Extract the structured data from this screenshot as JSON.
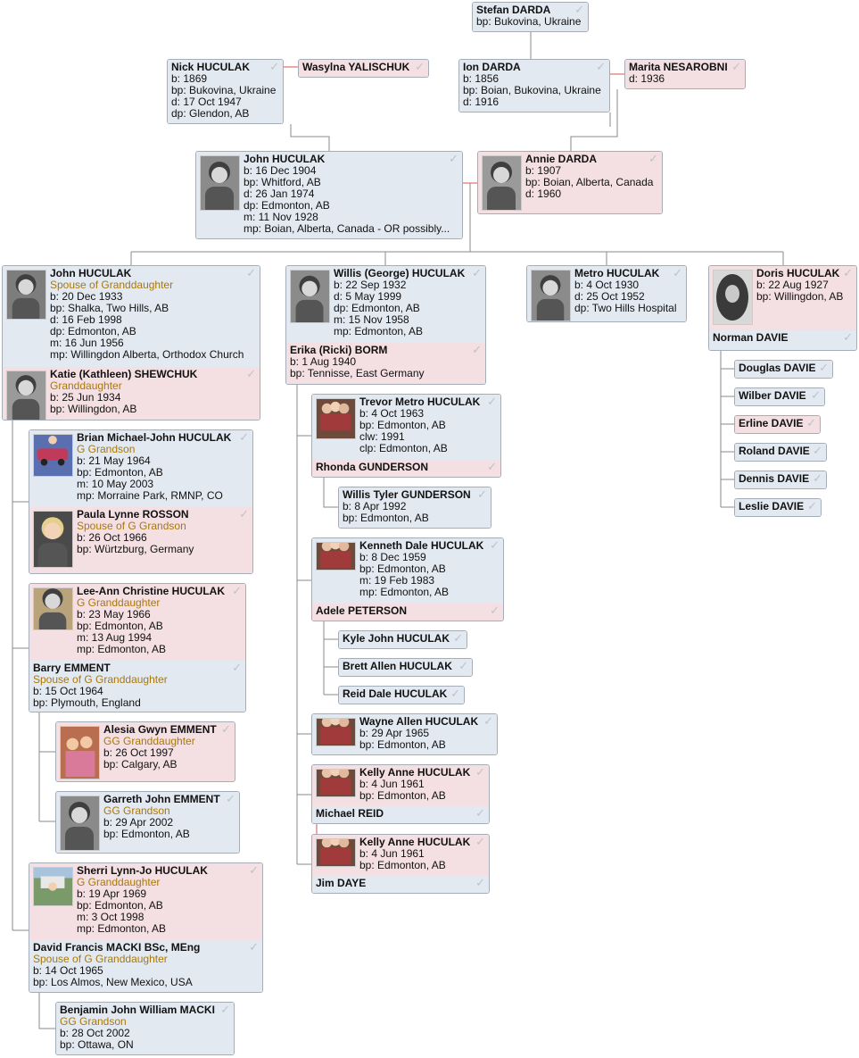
{
  "colors": {
    "male": "#e3e9f1",
    "female": "#f4dfe3",
    "line": "#8a8a8a",
    "spouse_line": "#d9534f",
    "relationship_text": "#a9780c"
  },
  "people": {
    "stefan": {
      "name": "Stefan DARDA",
      "lines": [
        "bp: Bukovina, Ukraine"
      ]
    },
    "nick": {
      "name": "Nick HUCULAK",
      "lines": [
        "b: 1869",
        "bp: Bukovina, Ukraine",
        "d: 17 Oct 1947",
        "dp: Glendon, AB"
      ]
    },
    "wasylna": {
      "name": "Wasylna YALISCHUK",
      "lines": []
    },
    "ion": {
      "name": "Ion DARDA",
      "lines": [
        "b: 1856",
        "bp: Boian, Bukovina, Ukraine",
        "d: 1916"
      ]
    },
    "marita": {
      "name": "Marita NESAROBNI",
      "lines": [
        "d: 1936"
      ]
    },
    "johnsr": {
      "name": "John HUCULAK",
      "lines": [
        "b: 16 Dec 1904",
        "bp: Whitford, AB",
        "d: 26 Jan 1974",
        "dp: Edmonton, AB",
        "m: 11 Nov 1928",
        "mp: Boian, Alberta, Canada - OR possibly..."
      ]
    },
    "annie": {
      "name": "Annie DARDA",
      "lines": [
        "b: 1907",
        "bp: Boian, Alberta, Canada",
        "d: 1960"
      ]
    },
    "johnjr": {
      "name": "John HUCULAK",
      "rel": "Spouse of Granddaughter",
      "lines": [
        "b: 20 Dec 1933",
        "bp: Shalka, Two Hills, AB",
        "d: 16 Feb 1998",
        "dp: Edmonton, AB",
        "m: 16 Jun 1956",
        "mp: Willingdon Alberta, Orthodox Church"
      ]
    },
    "katie": {
      "name": "Katie (Kathleen) SHEWCHUK",
      "rel": "Granddaughter",
      "lines": [
        "b: 25 Jun 1934",
        "bp: Willingdon, AB"
      ]
    },
    "willis": {
      "name": "Willis (George) HUCULAK",
      "lines": [
        "b: 22 Sep 1932",
        "d: 5 May 1999",
        "dp: Edmonton, AB",
        "m: 15 Nov 1958",
        "mp: Edmonton, AB"
      ]
    },
    "erika": {
      "name": "Erika (Ricki) BORM",
      "lines": [
        "b: 1 Aug 1940",
        "bp: Tennisse, East Germany"
      ]
    },
    "metro": {
      "name": "Metro HUCULAK",
      "lines": [
        "b: 4 Oct 1930",
        "d: 25 Oct 1952",
        "dp: Two Hills Hospital"
      ]
    },
    "doris": {
      "name": "Doris HUCULAK",
      "lines": [
        "b: 22 Aug 1927",
        "bp: Willingdon, AB"
      ]
    },
    "norman": {
      "name": "Norman DAVIE",
      "lines": []
    },
    "douglas": {
      "name": "Douglas DAVIE",
      "lines": []
    },
    "wilber": {
      "name": "Wilber DAVIE",
      "lines": []
    },
    "erline": {
      "name": "Erline DAVIE",
      "lines": []
    },
    "roland": {
      "name": "Roland DAVIE",
      "lines": []
    },
    "dennis": {
      "name": "Dennis DAVIE",
      "lines": []
    },
    "leslie": {
      "name": "Leslie DAVIE",
      "lines": []
    },
    "brian": {
      "name": "Brian Michael-John HUCULAK",
      "rel": "G Grandson",
      "lines": [
        "b: 21 May 1964",
        "bp: Edmonton, AB",
        "m: 10 May 2003",
        "mp: Morraine Park, RMNP, CO"
      ]
    },
    "paula": {
      "name": "Paula Lynne ROSSON",
      "rel": "Spouse of G Grandson",
      "lines": [
        "b: 26 Oct 1966",
        "bp: Würtzburg, Germany"
      ]
    },
    "leeann": {
      "name": "Lee-Ann Christine HUCULAK",
      "rel": "G Granddaughter",
      "lines": [
        "b: 23 May 1966",
        "bp: Edmonton, AB",
        "m: 13 Aug 1994",
        "mp: Edmonton, AB"
      ]
    },
    "barry": {
      "name": "Barry EMMENT",
      "rel": "Spouse of G Granddaughter",
      "lines": [
        "b: 15 Oct 1964",
        "bp: Plymouth, England"
      ]
    },
    "alesia": {
      "name": "Alesia Gwyn EMMENT",
      "rel": "GG Granddaughter",
      "lines": [
        "b: 26 Oct 1997",
        "bp: Calgary, AB"
      ]
    },
    "garreth": {
      "name": "Garreth John EMMENT",
      "rel": "GG Grandson",
      "lines": [
        "b: 29 Apr 2002",
        "bp: Edmonton, AB"
      ]
    },
    "sherri": {
      "name": "Sherri Lynn-Jo HUCULAK",
      "rel": "G Granddaughter",
      "lines": [
        "b: 19 Apr 1969",
        "bp: Edmonton, AB",
        "m: 3 Oct 1998",
        "mp: Edmonton, AB"
      ]
    },
    "david": {
      "name": "David Francis MACKI BSc, MEng",
      "rel": "Spouse of G Granddaughter",
      "lines": [
        "b: 14 Oct 1965",
        "bp: Los Almos, New Mexico, USA"
      ]
    },
    "benjamin": {
      "name": "Benjamin John William MACKI",
      "rel": "GG Grandson",
      "lines": [
        "b: 28 Oct 2002",
        "bp: Ottawa, ON"
      ]
    },
    "trevor": {
      "name": "Trevor Metro HUCULAK",
      "lines": [
        "b: 4 Oct 1963",
        "bp: Edmonton, AB",
        "clw: 1991",
        "clp: Edmonton, AB"
      ]
    },
    "rhonda": {
      "name": "Rhonda GUNDERSON",
      "lines": []
    },
    "willist": {
      "name": "Willis Tyler GUNDERSON",
      "lines": [
        "b: 8 Apr 1992",
        "bp: Edmonton, AB"
      ]
    },
    "kenneth": {
      "name": "Kenneth Dale HUCULAK",
      "lines": [
        "b: 8 Dec 1959",
        "bp: Edmonton, AB",
        "m: 19 Feb 1983",
        "mp: Edmonton, AB"
      ]
    },
    "adele": {
      "name": "Adele PETERSON",
      "lines": []
    },
    "kyle": {
      "name": "Kyle John HUCULAK",
      "lines": []
    },
    "brett": {
      "name": "Brett Allen HUCULAK",
      "lines": []
    },
    "reid": {
      "name": "Reid Dale HUCULAK",
      "lines": []
    },
    "wayne": {
      "name": "Wayne Allen HUCULAK",
      "lines": [
        "b: 29 Apr 1965",
        "bp: Edmonton, AB"
      ]
    },
    "kelly1": {
      "name": "Kelly Anne HUCULAK",
      "lines": [
        "b: 4 Jun 1961",
        "bp: Edmonton, AB"
      ]
    },
    "michael": {
      "name": "Michael REID",
      "lines": []
    },
    "kelly2": {
      "name": "Kelly Anne HUCULAK",
      "lines": [
        "b: 4 Jun 1961",
        "bp: Edmonton, AB"
      ]
    },
    "jim": {
      "name": "Jim DAYE",
      "lines": []
    }
  }
}
